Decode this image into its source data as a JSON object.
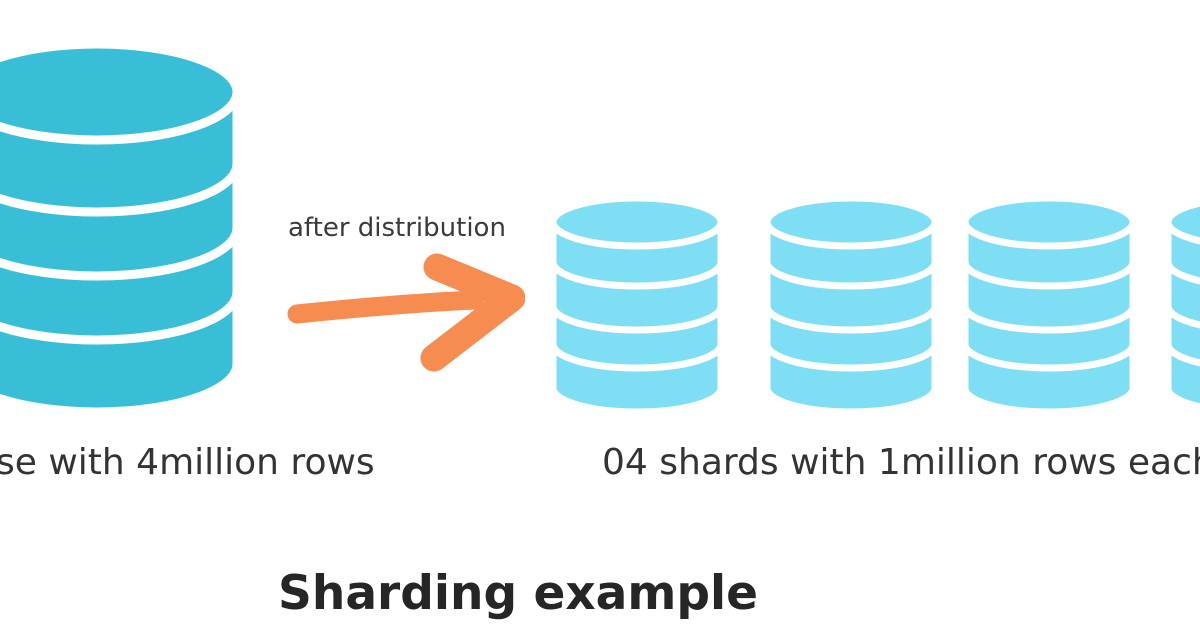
{
  "title": "Sharding example",
  "arrow_label": "after distribution",
  "source": {
    "caption": "se with 4million rows"
  },
  "shards": {
    "caption": "04 shards with 1million rows each",
    "count": 4
  },
  "colors": {
    "source_db": "#39BED8",
    "shard_db": "#7EDEF3",
    "arrow": "#F68C50",
    "label_text": "#3B3B3B",
    "caption_text": "#333333",
    "title_text": "#262626"
  },
  "icons": {
    "source": "database-cylinder",
    "shard": "database-cylinder",
    "arrow": "hand-drawn-right-arrow"
  }
}
